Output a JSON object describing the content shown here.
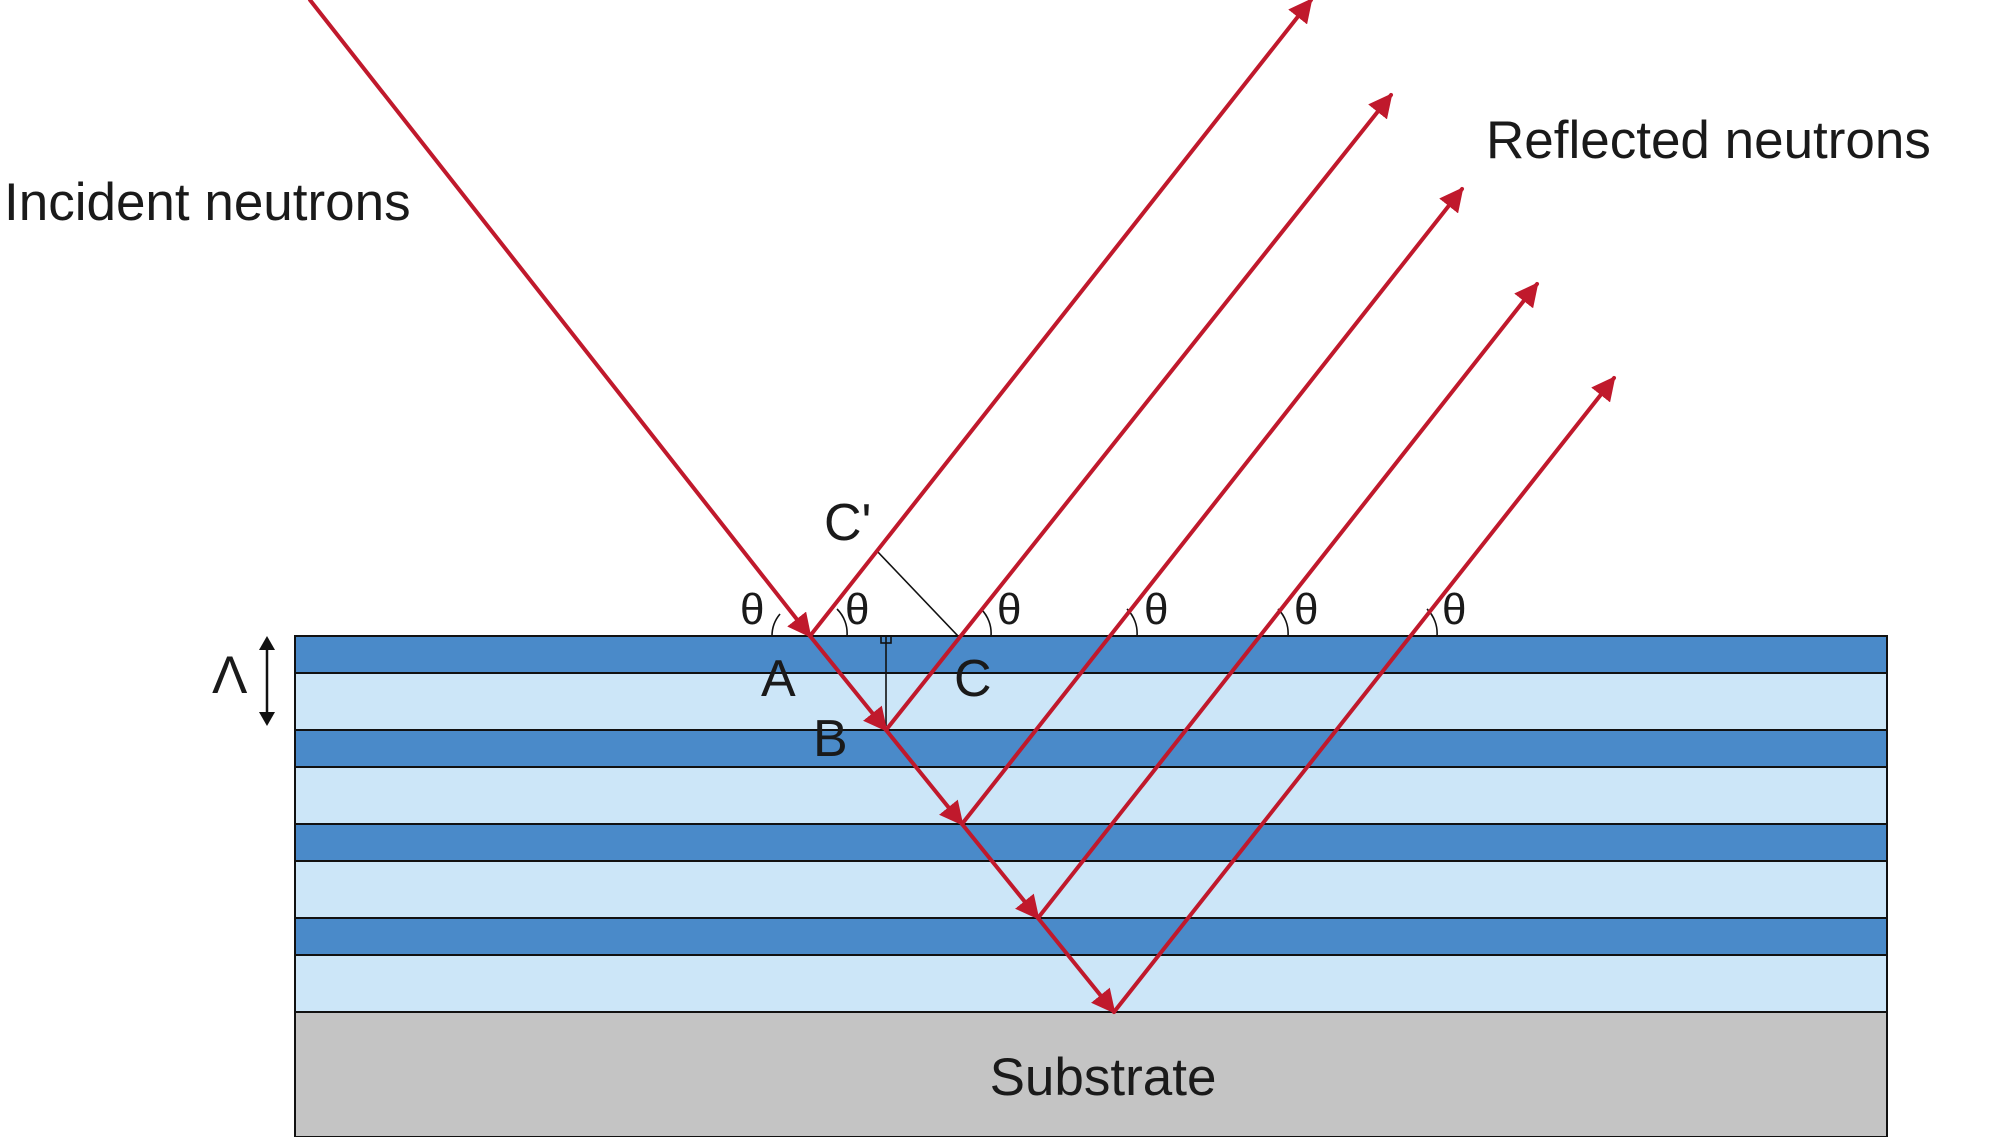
{
  "labels": {
    "incident": "Incident neutrons",
    "reflected": "Reflected neutrons",
    "substrate": "Substrate",
    "period": "Λ",
    "point_a": "A",
    "point_b": "B",
    "point_c": "C",
    "point_c_prime": "C'",
    "theta": "θ"
  },
  "layers": [
    {
      "material": "dark",
      "color": "#4a8ac9"
    },
    {
      "material": "light",
      "color": "#cce6f8"
    },
    {
      "material": "dark",
      "color": "#4a8ac9"
    },
    {
      "material": "light",
      "color": "#cce6f8"
    },
    {
      "material": "dark",
      "color": "#4a8ac9"
    },
    {
      "material": "light",
      "color": "#cce6f8"
    },
    {
      "material": "dark",
      "color": "#4a8ac9"
    },
    {
      "material": "light",
      "color": "#cce6f8"
    }
  ],
  "colors": {
    "beam": "#c0192c",
    "substrate": "#c4c4c4",
    "outline": "#111111",
    "text": "#1a1a1a"
  }
}
